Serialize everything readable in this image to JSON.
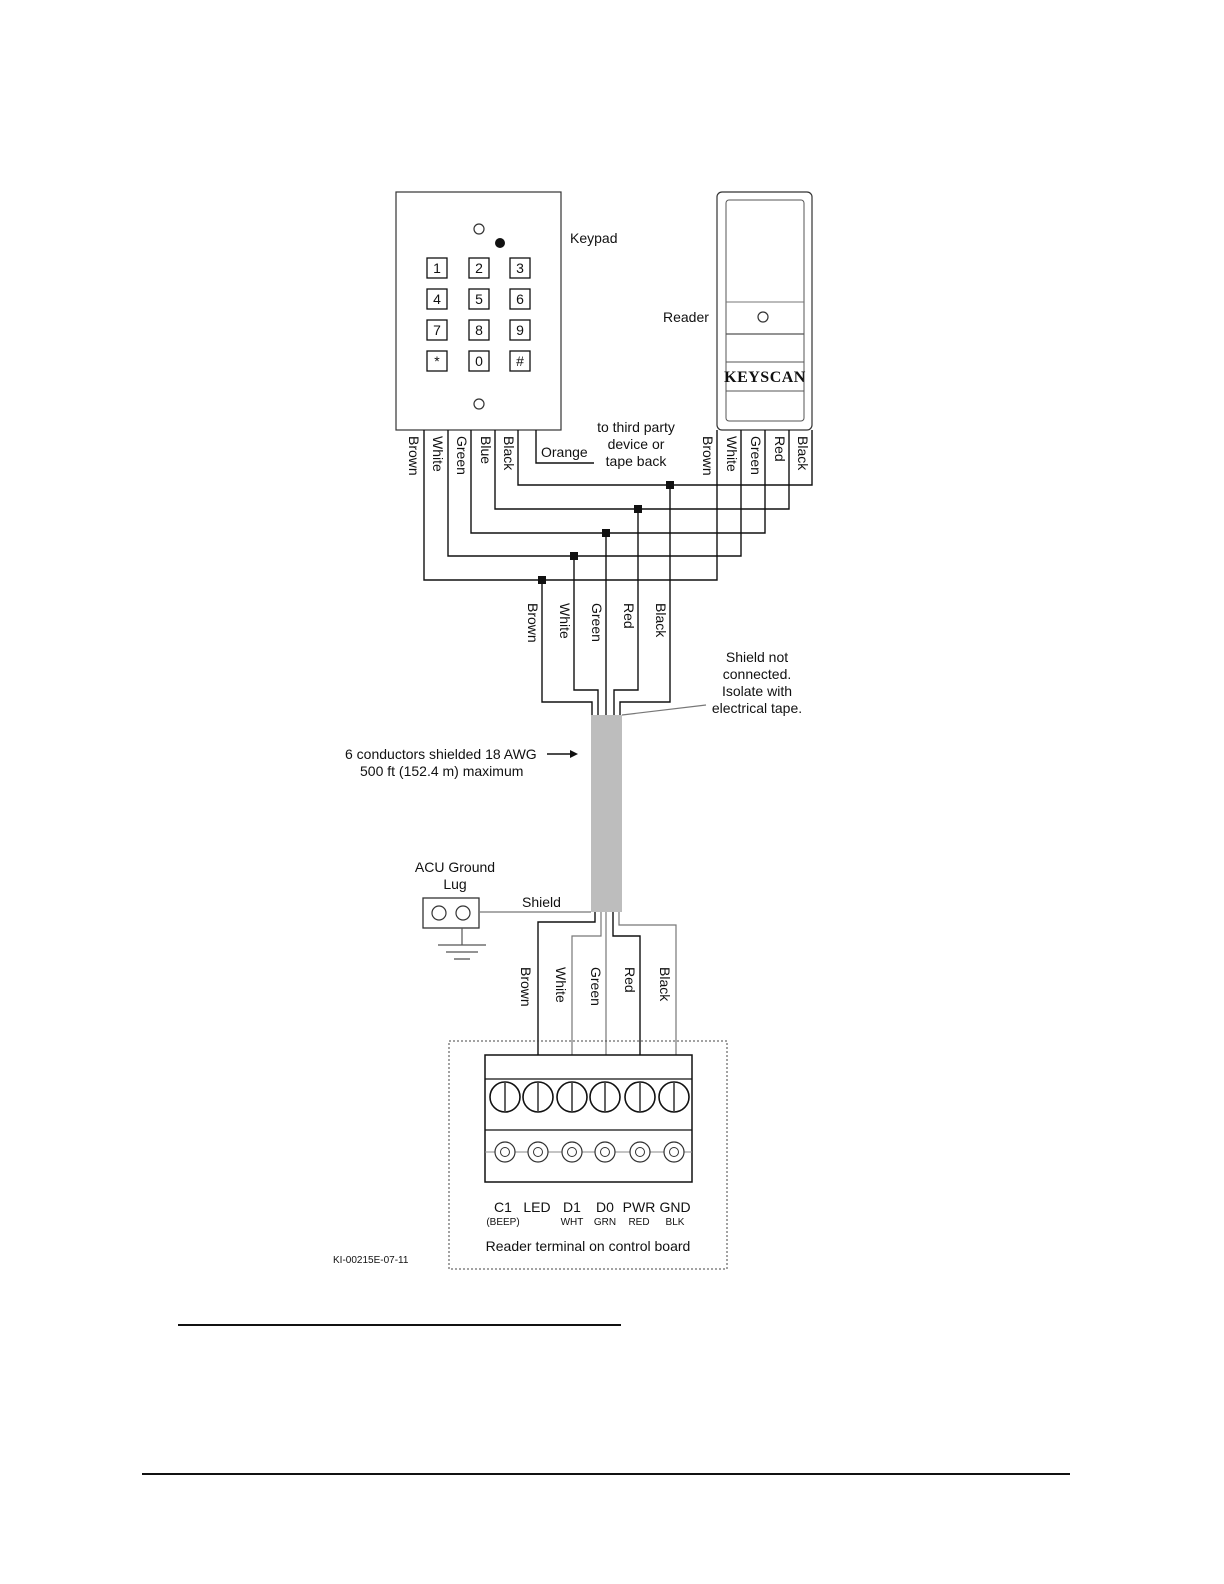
{
  "keypad": {
    "label": "Keypad",
    "keys": [
      "1",
      "2",
      "3",
      "4",
      "5",
      "6",
      "7",
      "8",
      "9",
      "*",
      "0",
      "#"
    ],
    "wires": [
      "Brown",
      "White",
      "Green",
      "Blue",
      "Black"
    ],
    "orange_label": "Orange",
    "orange_note": [
      "to third party",
      "device or",
      "tape back"
    ]
  },
  "reader": {
    "label": "Reader",
    "brand": "KEYSCAN",
    "wires": [
      "Brown",
      "White",
      "Green",
      "Red",
      "Black"
    ]
  },
  "trunk_wires": [
    "Brown",
    "White",
    "Green",
    "Red",
    "Black"
  ],
  "shield_note": [
    "Shield not",
    "connected.",
    "Isolate with",
    "electrical tape."
  ],
  "cable_note": [
    "6 conductors shielded 18 AWG",
    "500 ft (152.4 m) maximum"
  ],
  "ground": {
    "label": [
      "ACU Ground",
      "Lug"
    ],
    "shield_label": "Shield"
  },
  "terminal_wires": [
    "Brown",
    "White",
    "Green",
    "Red",
    "Black"
  ],
  "terminal": {
    "pins": [
      "C1",
      "LED",
      "D1",
      "D0",
      "PWR",
      "GND"
    ],
    "sub_labels": [
      "(BEEP)",
      "",
      "WHT",
      "GRN",
      "RED",
      "BLK"
    ],
    "caption": "Reader terminal on control board"
  },
  "figure_id": "KI-00215E-07-11"
}
